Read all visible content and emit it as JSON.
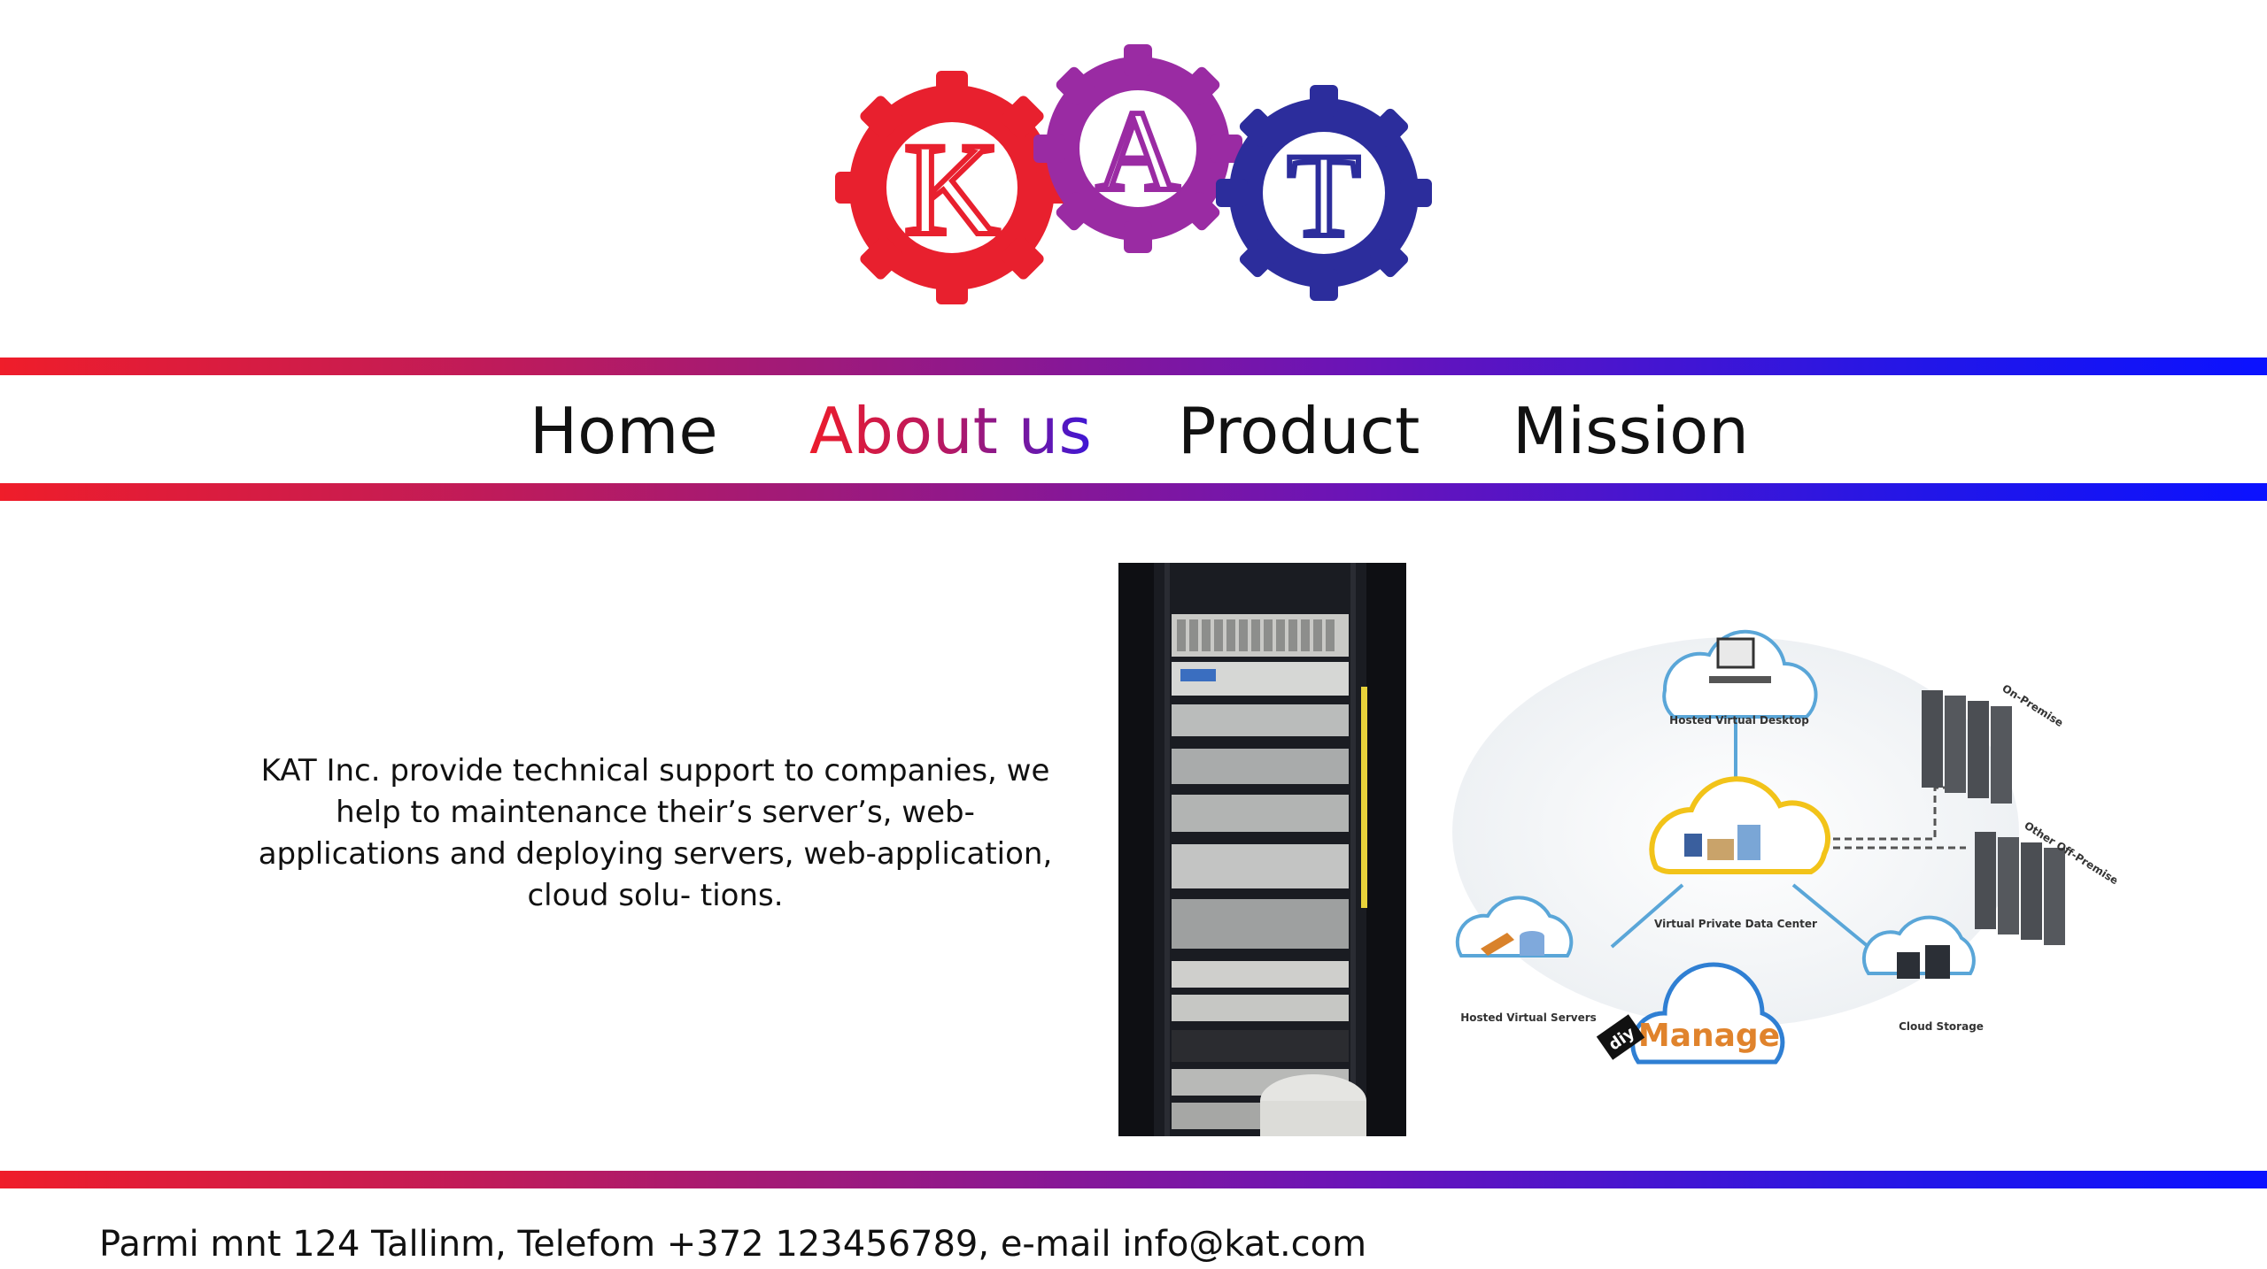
{
  "logo": {
    "letters": [
      "K",
      "A",
      "T"
    ],
    "colors": [
      "#e8202e",
      "#9a2ba3",
      "#2c2d9c"
    ]
  },
  "nav": {
    "items": [
      {
        "label": "Home"
      },
      {
        "label": "About us"
      },
      {
        "label": "Product"
      },
      {
        "label": "Mission"
      }
    ],
    "active": "About us"
  },
  "content": {
    "description": "KAT Inc. provide technical support to companies, we help to maintenance their’s server’s, web-applications and deploying servers, web-application, cloud solu- tions."
  },
  "diagram": {
    "labels": {
      "desktop": "Hosted Virtual Desktop",
      "datacenter": "Virtual Private Data Center",
      "servers": "Hosted Virtual Servers",
      "storage": "Cloud Storage",
      "onpremise": "On-Premise",
      "offpremise": "Other Off-Premise",
      "manage": "Manage",
      "badge": "diy"
    }
  },
  "footer": {
    "text": "Parmi mnt 124 Tallinm, Telefom +372 123456789, e-mail info@kat.com"
  },
  "colors": {
    "gradient_start": "#ef1d2a",
    "gradient_end": "#0b12ff",
    "text": "#111111"
  }
}
